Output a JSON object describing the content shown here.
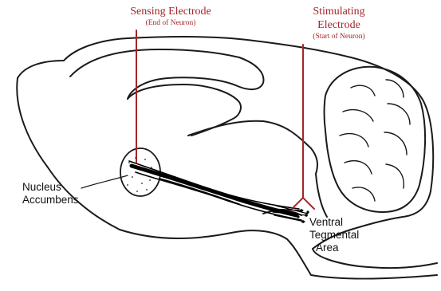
{
  "colors": {
    "electrode": "#a3262a",
    "outline": "#1a1a1a",
    "pathway": "#000000"
  },
  "labels": {
    "sensing": {
      "title": "Sensing Electrode",
      "subtitle": "(End of Neuron)"
    },
    "stimulating": {
      "title_line1": "Stimulating",
      "title_line2": "Electrode",
      "subtitle": "(Start of Neuron)"
    },
    "nucleus_accumbens": {
      "line1": "Nucleus",
      "line2": "Accumbens"
    },
    "vta": {
      "line1": "Ventral",
      "line2": "Tegmental",
      "line3": "Area"
    }
  }
}
